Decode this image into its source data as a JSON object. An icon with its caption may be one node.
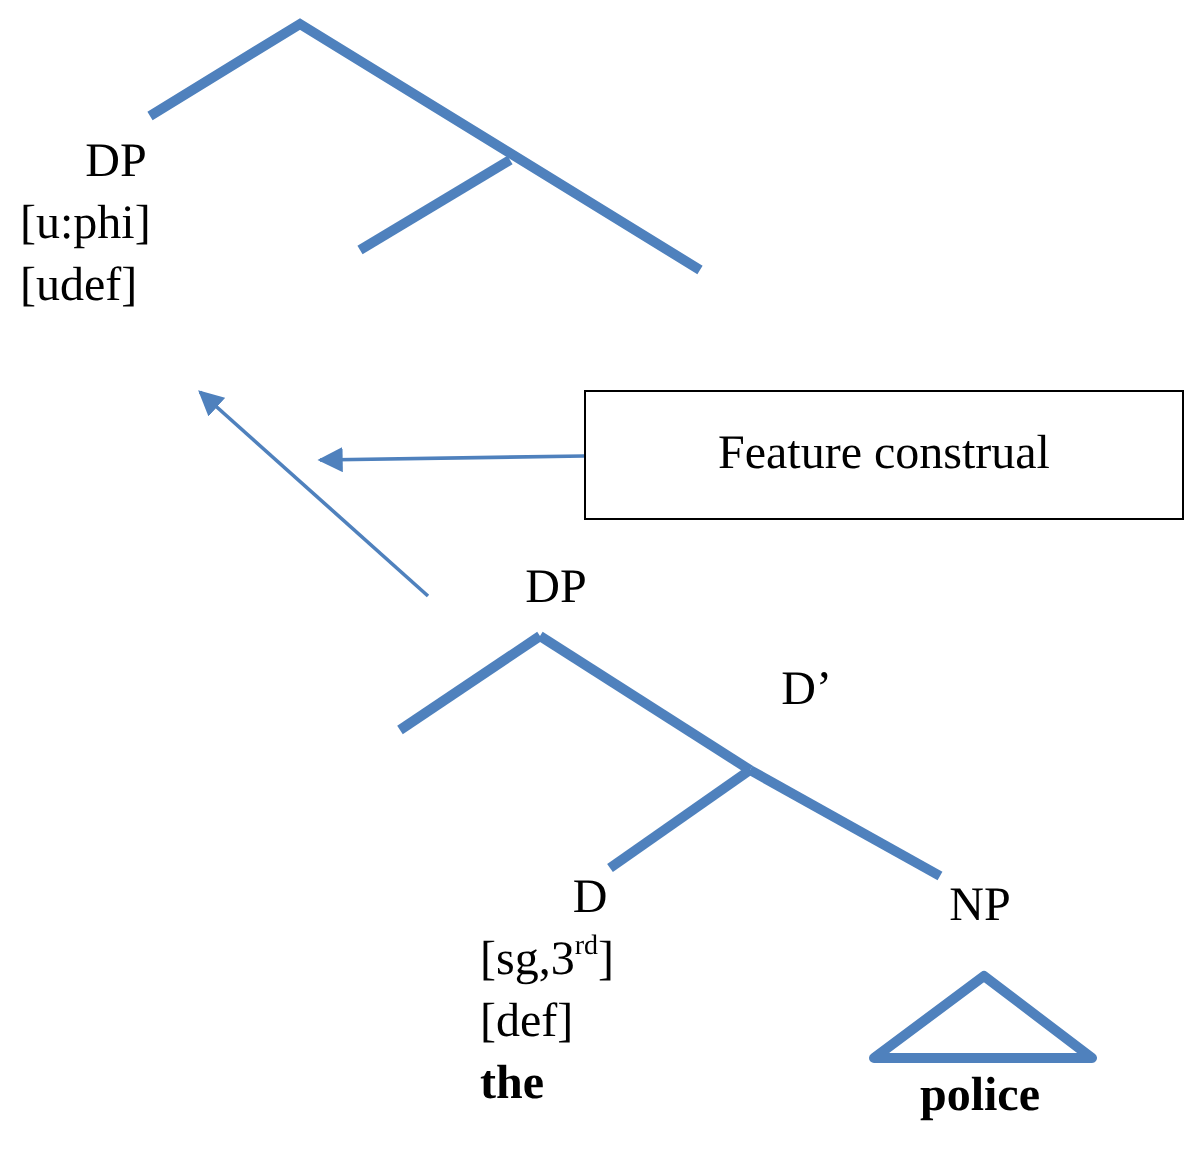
{
  "diagram": {
    "nodes": [
      {
        "text": [
          "DP",
          "[u:phi]",
          "[udef]"
        ]
      },
      {
        "text": [
          "Feature construal"
        ]
      },
      {
        "text": [
          "DP"
        ]
      },
      {
        "text": [
          "D’"
        ]
      },
      {
        "text": [
          "D",
          "[sg,3$^{rd}$]",
          "[def]",
          "**the**"
        ]
      },
      {
        "text": [
          "NP",
          "**police**"
        ]
      },
      {
        "text": [],
        "shape": "triangle",
        "in": 5
      }
    ],
    "edges": [
      {
        "from": 2,
        "to": 0,
        "arrow": "to"
      },
      {
        "from": 1,
        "to": null,
        "arrow": "to"
      },
      {
        "from": 2,
        "to": 3,
        "arrow": "none"
      },
      {
        "from": 3,
        "to": 4,
        "arrow": "none"
      },
      {
        "from": 3,
        "to": 5,
        "arrow": "none"
      }
    ]
  }
}
